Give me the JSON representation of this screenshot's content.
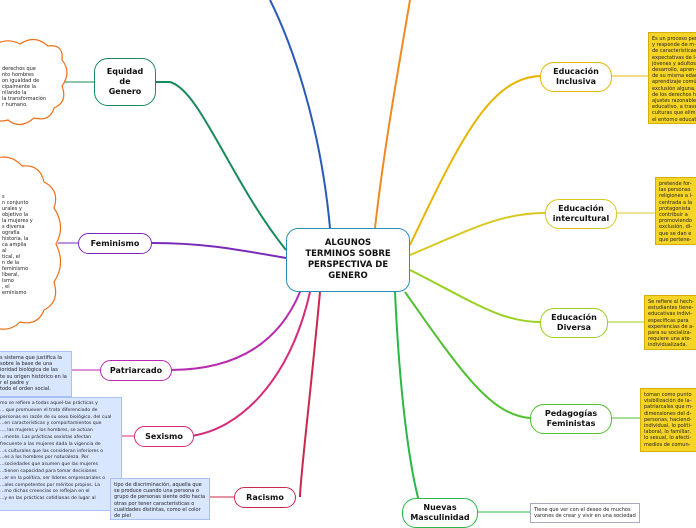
{
  "center": {
    "label": "ALGUNOS\nTERMINOS SOBRE\nPERSPECTIVA DE\nGENERO"
  },
  "topics": {
    "equidad": "Equidad\nde\nGenero",
    "feminismo": "Feminismo",
    "patriarcado": "Patriarcado",
    "sexismo": "Sexismo",
    "racismo": "Racismo",
    "inclusiva": "Educación\nInclusiva",
    "intercultural": "Educación\nintercultural",
    "diversa": "Educación\nDiversa",
    "pedagogias": "Pedagogías\nFeministas",
    "masculinidad": "Nuevas\nMasculinidad"
  },
  "notes": {
    "equidad": "derechos que\nnto hombres\non igualdad de\ncipalmente la\nnllando la\nla transformación\nr humano.",
    "feminismo": "s\nn conjunto\nurales y\nobjetivo la\nla mujeres y\ns diversa\nografía\nhistoria, la\nca amplia\nal\ntical, el\nn de la\nfeminismo\nliberal,\nismo\n, el\neminismo",
    "patriarcado": "s sistema que justifica la\nsobre la base de una\nioridad biológica de las\nte su origen histórico en la\nr el padre y\ntodo el orden social.",
    "sexismo": "mo se refiere a todas aquel-las prácticas y\n... que promueven el trato diferenciado de\npersonas en razón de su sexo biológico, del cual\n...en características y comportamientos que\n..., las mujeres y los hombres, se actúan\n...mente. Las prácticas sexistas afectan\nfrecuente a las mujeres dada la vigencia de\n...s culturales que las consideran inferiores o\n...es a los hombres por naturaleza. Por\n...sociedades que asumen que las mujeres\n...tienen capacidad para tomar decisiones\n...er en la política, ser líderes empresariales o\n...ales competentes por méritos propios. La\n...mo dichas creencias se reflejan en el\n...y en las prácticas cotidianas de lugar al",
    "racismo": "tipo de discriminación, aquella que\nse produce cuando una persona o\ngrupo de personas siente odio hacia\notras por tener características o\ncualidades distintas, como el color\nde piel",
    "inclusiva": "Es un proceso per-\ny responde de m-\nde características\nexpectativas de l-\njóvenes y adultos\ndesarrollo, apren-\nde su misma edad\naprendizaje comú-\nexclusión alguna,\nde los derechos h-\najustes razonable-\neducativo, a travé-\nculturas que elimi-\nel entorno educati-",
    "intercultural": "pretende for-\nlas personas\nreligiones a l-\ncentrada a la\nprotagonista\ncontribuir a\npromoviendo\nexclusión, di-\nque se dan e\nque pertene-",
    "diversa": "Se refiere al hech-\nestudiantes tiene-\neducativas indivi-\nespecíficas para\nexperiencias de a-\npara su socializa-\nrequiere una ate-\nindividualizada.",
    "pedagogias": "toman como punto\nvisibilización de la-\npatriarcales que m-\ndimensiones del d-\npersonas, haciend-\nindividual, lo políti-\nlaboral, lo familiar,\nlo sexual, lo afecti-\nmedios de comun-",
    "masculinidad": "Tiene que ver con el deseo de muchos\nvarones de crear y vivir en una sociedad"
  },
  "colors": {
    "center_border": "#2a8fb8",
    "equidad": "#1a8a5a",
    "feminismo": "#7a2ab8",
    "patriarcado": "#b82ab0",
    "sexismo": "#d82a7a",
    "racismo": "#c8284a",
    "inclusiva": "#e8b400",
    "intercultural": "#d8c820",
    "diversa": "#9ad020",
    "pedagogias": "#50c030",
    "masculinidad": "#28b848",
    "top_left": "#2a5ab8",
    "top_right": "#f08a20"
  }
}
